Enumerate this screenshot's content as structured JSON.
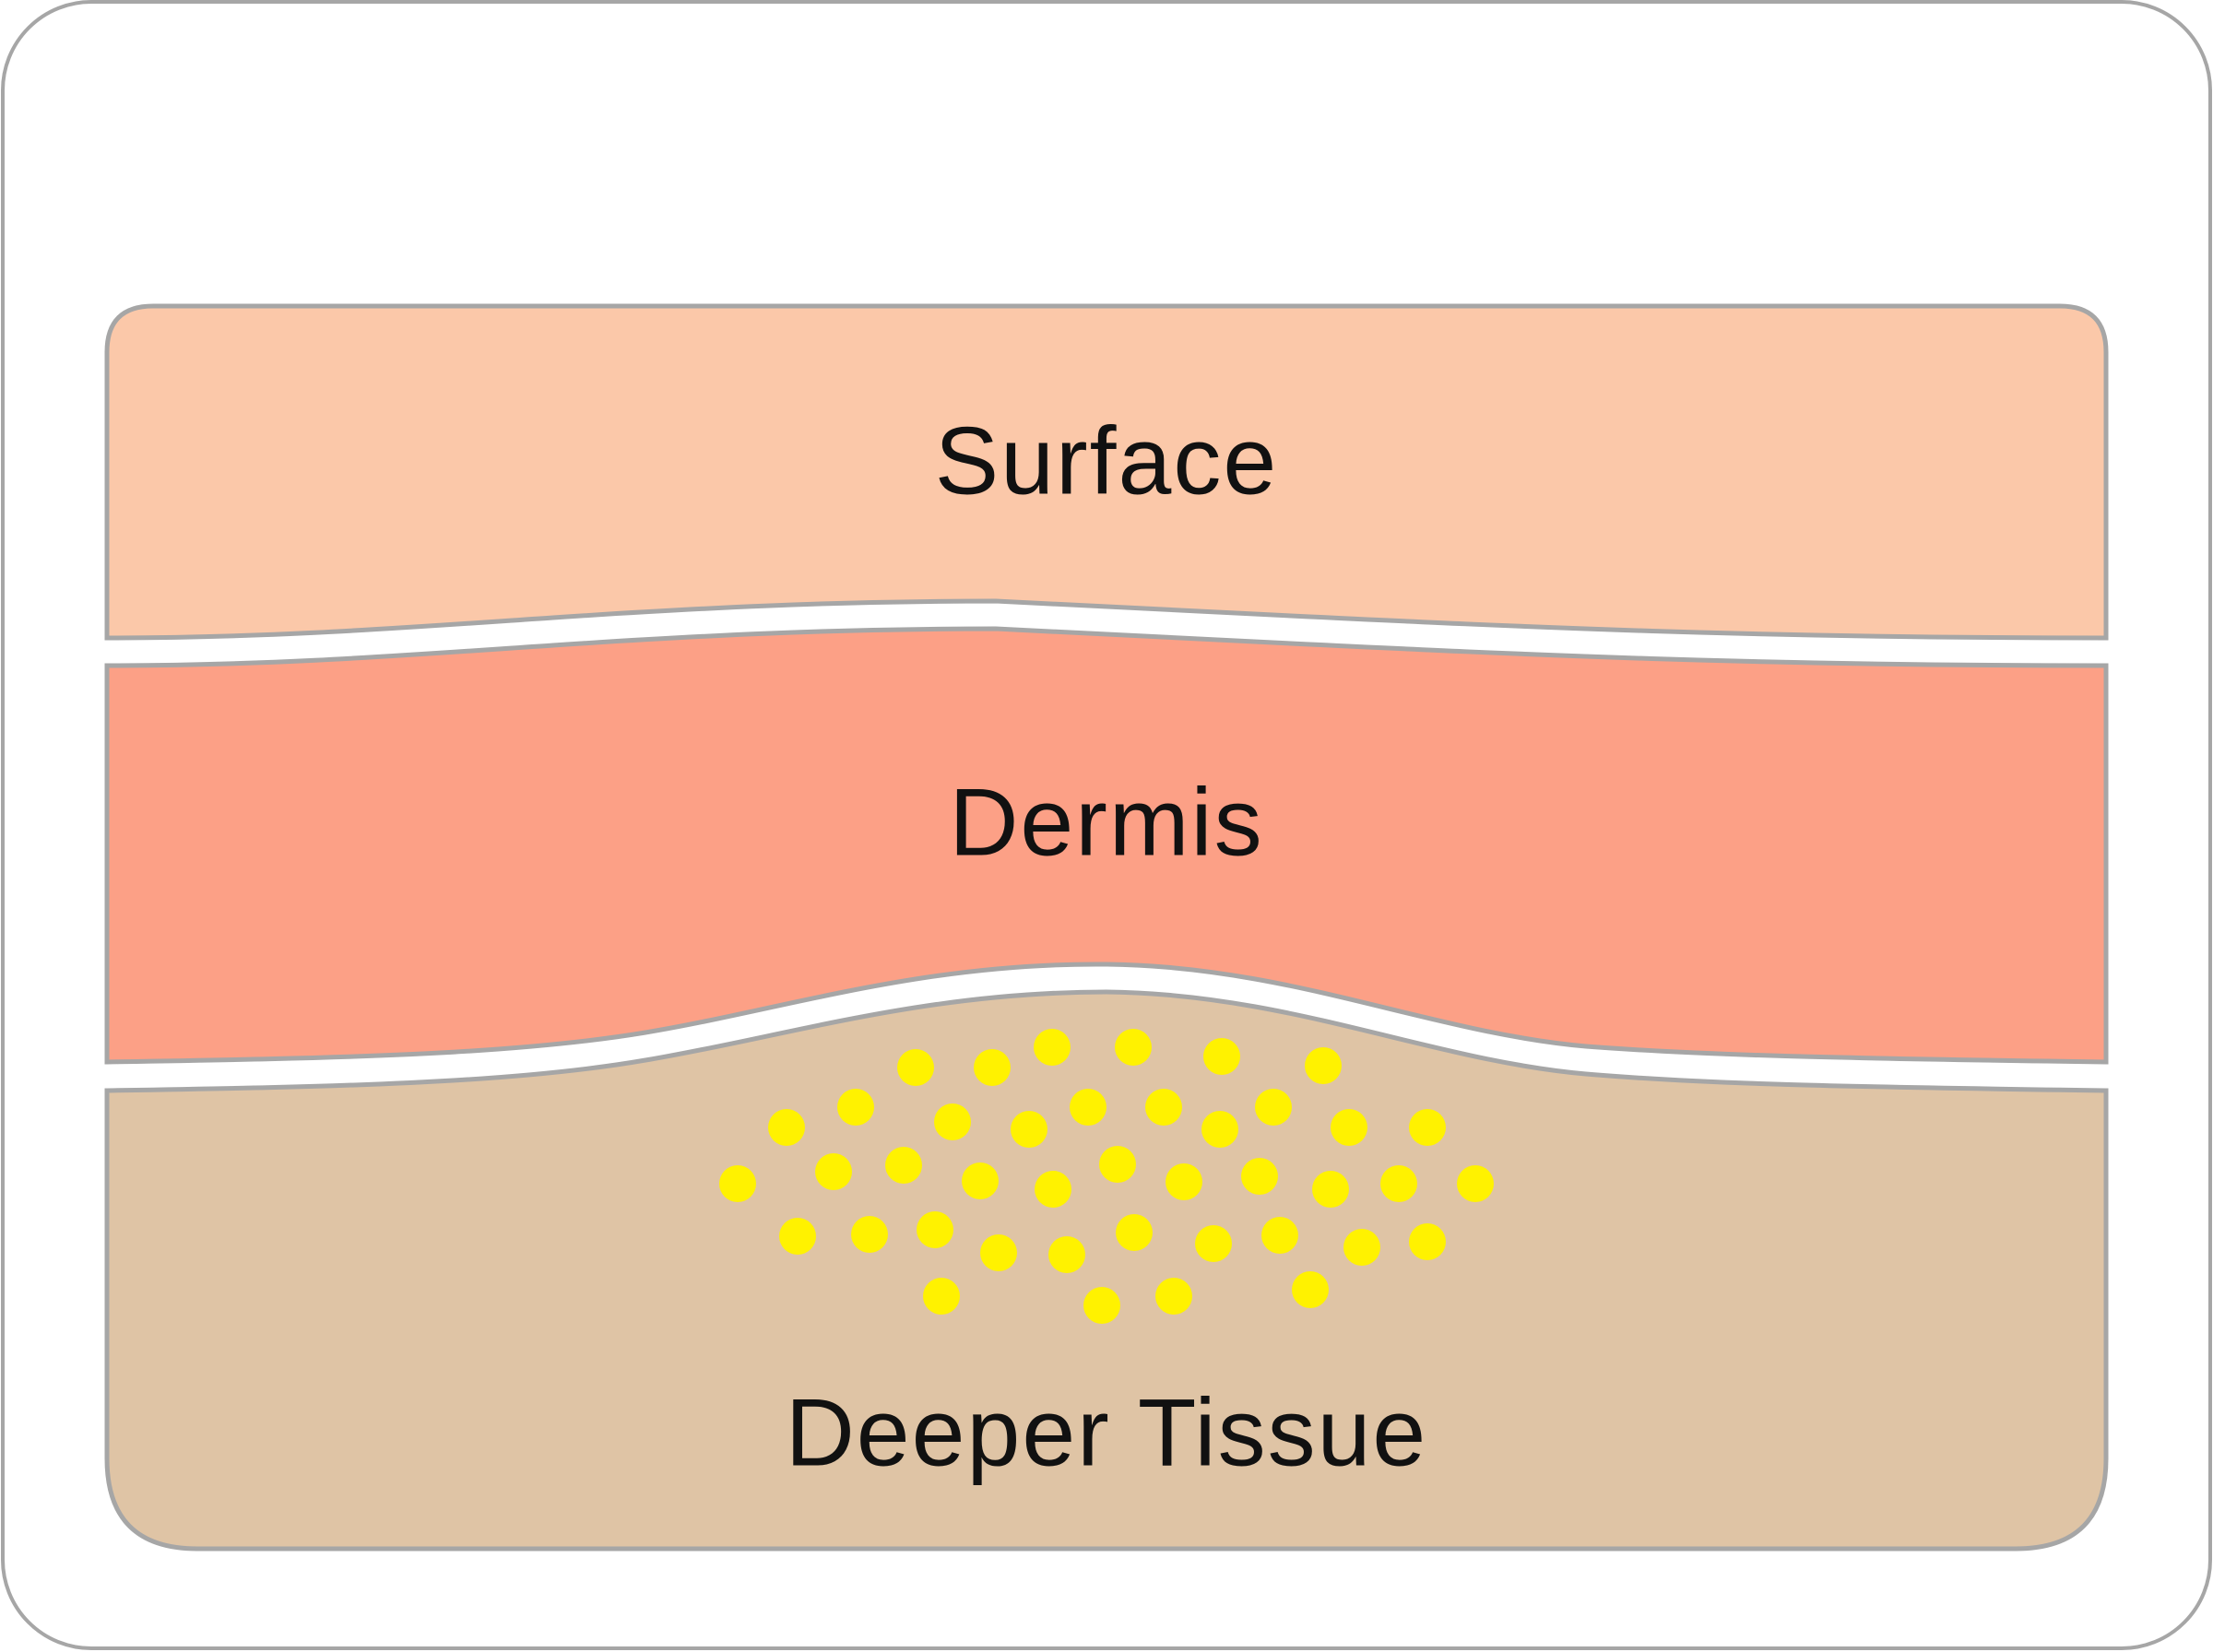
{
  "layers": [
    {
      "key": "surface",
      "label": "Surface",
      "color": "#fbc8a9"
    },
    {
      "key": "dermis",
      "label": "Dermis",
      "color": "#fca086"
    },
    {
      "key": "deeper",
      "label": "Deeper Tissue",
      "color": "#dfc4a5"
    }
  ],
  "colors": {
    "frame_border": "#a6a6a6",
    "layer_border": "#a6a6a6",
    "particles": "#fff200",
    "background": "#ffffff"
  }
}
